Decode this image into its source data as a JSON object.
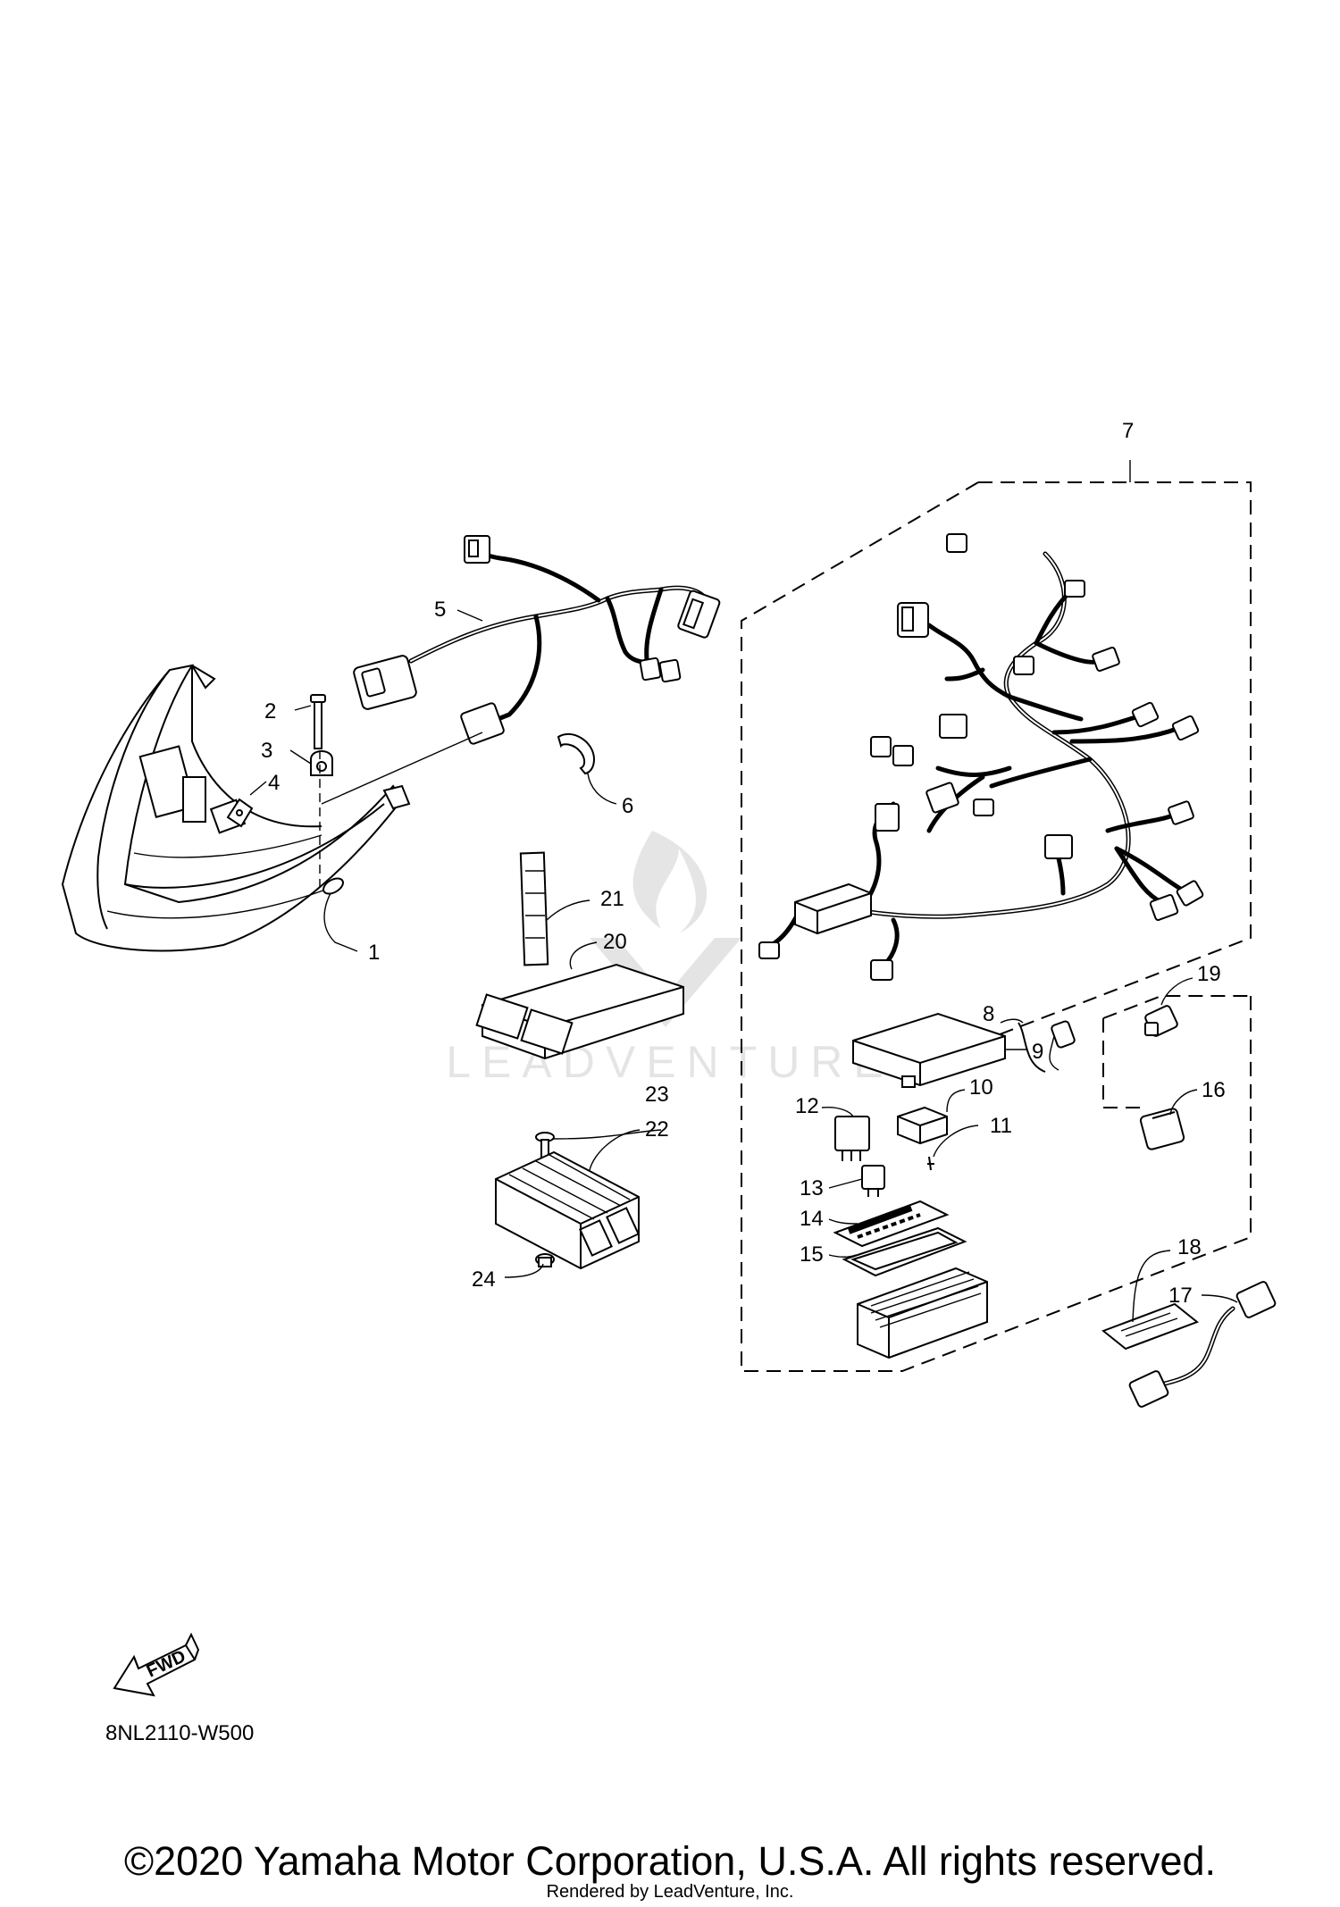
{
  "diagram": {
    "drawing_code": "8NL2110-W500",
    "fwd_label": "FWD",
    "callouts": [
      "1",
      "2",
      "3",
      "4",
      "5",
      "6",
      "7",
      "8",
      "9",
      "10",
      "11",
      "12",
      "13",
      "14",
      "15",
      "16",
      "17",
      "18",
      "19",
      "20",
      "21",
      "22",
      "23",
      "24"
    ]
  },
  "watermark": {
    "text": "LEADVENTURE"
  },
  "footer": {
    "copyright": "©2020 Yamaha Motor Corporation, U.S.A. All rights reserved.",
    "rendered_by": "Rendered by LeadVenture, Inc."
  }
}
